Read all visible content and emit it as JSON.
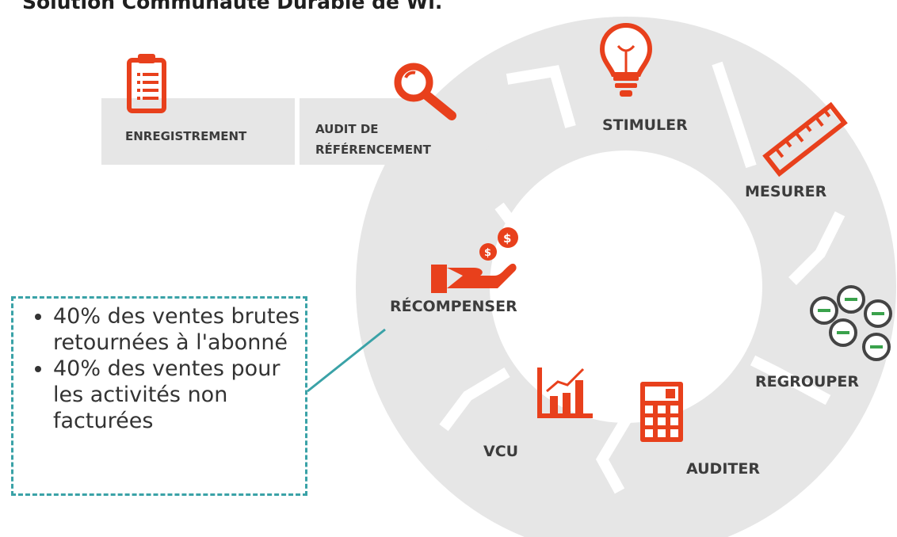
{
  "title": "Solution Communauté Durable de Wi.",
  "colors": {
    "accent_red": "#e8401c",
    "arrow_gray": "#e6e6e6",
    "label_gray": "#3c3c3c",
    "callout_teal": "#3aa2a7"
  },
  "entry_steps": [
    {
      "label": "ENREGISTREMENT",
      "icon": "clipboard-icon"
    },
    {
      "label_lines": [
        "AUDIT DE",
        "RÉFÉRENCEMENT"
      ],
      "icon": "magnifier-icon"
    }
  ],
  "cycle_steps": [
    {
      "label": "STIMULER",
      "icon": "lightbulb-icon"
    },
    {
      "label": "MESURER",
      "icon": "ruler-icon"
    },
    {
      "label": "REGROUPER",
      "icon": "groups-icon"
    },
    {
      "label": "AUDITER",
      "icon": "calculator-icon"
    },
    {
      "label": "VCU",
      "icon": "bar-chart-icon"
    },
    {
      "label": "RÉCOMPENSER",
      "icon": "hand-coins-icon"
    }
  ],
  "callout": {
    "items": [
      "40% des ventes brutes retournées à l'abonné",
      "40% des ventes pour les activités non facturées"
    ]
  }
}
